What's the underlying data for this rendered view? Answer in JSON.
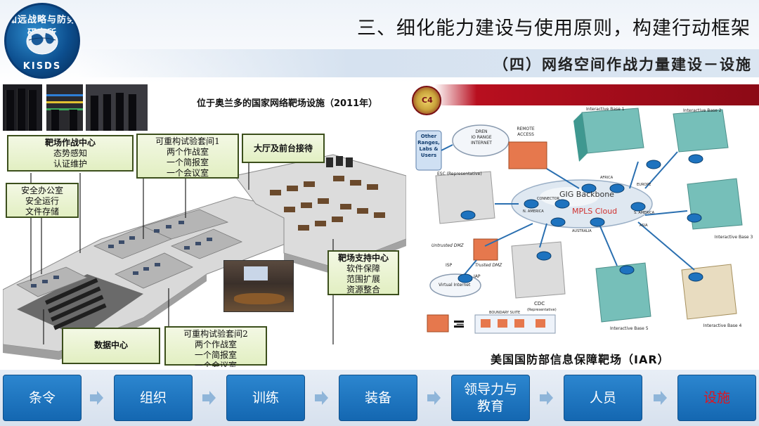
{
  "header": {
    "logo_ring_text": "知远战略与防务研究所",
    "logo_abbr": "KISDS",
    "title": "三、细化能力建设与使用原则，构建行动框架",
    "subtitle": "（四）网络空间作战力量建设－设施"
  },
  "left": {
    "caption": "位于奥兰多的国家网络靶场设施（2011年）",
    "callouts": {
      "range_ops": [
        "靶场作战中心",
        "态势感知",
        "认证维护"
      ],
      "reconfig1": [
        "可重构试验套间1",
        "两个作战室",
        "一个简报室",
        "一个会议室"
      ],
      "lobby": [
        "大厅及前台接待"
      ],
      "secure_office": [
        "安全办公室",
        "安全运行",
        "文件存储"
      ],
      "support_center": [
        "靶场支持中心",
        "软件保障",
        "范围扩展",
        "资源整合"
      ],
      "data_center": [
        "数据中心"
      ],
      "reconfig2": [
        "可重构试验套间2",
        "两个作战室",
        "一个简报室",
        "一个会议室"
      ]
    }
  },
  "right": {
    "seal_text": "C4",
    "caption": "美国国防部信息保障靶场（IAR）",
    "diagram": {
      "other_ranges": [
        "Other",
        "Ranges,",
        "Labs &",
        "Users"
      ],
      "dren": [
        "DREN",
        "IO RANGE",
        "INTERNET"
      ],
      "remote_access": [
        "REMOTE",
        "ACCESS"
      ],
      "esc": "ESC (Representative)",
      "gig": "GIG Backbone",
      "mpls": "MPLS Cloud",
      "conn_labels": [
        "CONNECTOR",
        "N. AMERICA",
        "AFRICA",
        "EUROPE",
        "S. AMERICA",
        "ASIA",
        "AUSTRALIA"
      ],
      "untrusted_dmz": "Untrusted DMZ",
      "trusted_dmz": "Trusted DMZ",
      "isp": "ISP",
      "iap": "IAP",
      "virtual_internet": "Virtual Internet",
      "cdc": "CDC",
      "cdc_rep": "(Representative)",
      "boundary_suite": "BOUNDARY SUITE",
      "bases": [
        "Interactive Base 1",
        "Interactive Base 2",
        "Interactive Base 3",
        "Interactive Base 4",
        "Interactive Base 5"
      ]
    }
  },
  "nav": {
    "steps": [
      {
        "label_lines": [
          "条令"
        ],
        "active": false
      },
      {
        "label_lines": [
          "组织"
        ],
        "active": false
      },
      {
        "label_lines": [
          "训练"
        ],
        "active": false
      },
      {
        "label_lines": [
          "装备"
        ],
        "active": false
      },
      {
        "label_lines": [
          "领导力与",
          "教育"
        ],
        "active": false
      },
      {
        "label_lines": [
          "人员"
        ],
        "active": false
      },
      {
        "label_lines": [
          "设施"
        ],
        "active": true
      }
    ]
  },
  "colors": {
    "nav_blue": "#1a73bd",
    "active_red": "#e0141e",
    "callout_green": "#e2efc2",
    "iar_banner_red": "#b80f1f"
  }
}
